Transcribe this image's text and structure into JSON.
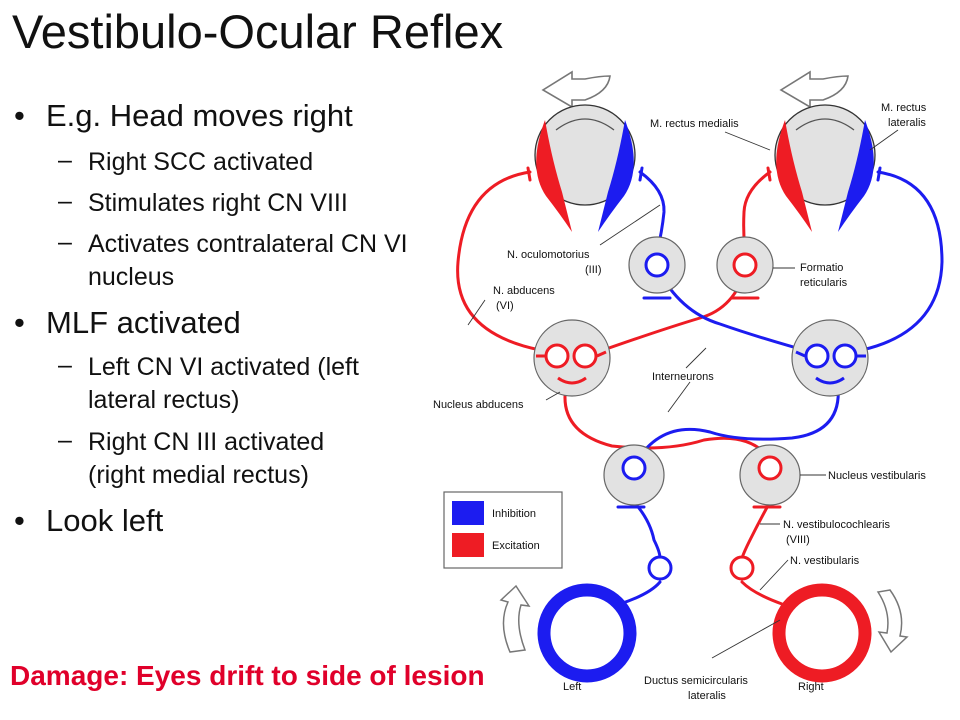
{
  "slide": {
    "title": "Vestibulo-Ocular Reflex",
    "bullets": [
      {
        "text": "E.g. Head moves right",
        "sub": [
          "Right SCC activated",
          "Stimulates right CN VIII",
          "Activates contralateral CN VI nucleus"
        ]
      },
      {
        "text": "MLF activated",
        "sub": [
          "Left CN VI activated (left lateral rectus)",
          "Right CN III activated (right medial rectus)"
        ]
      },
      {
        "text": "Look left",
        "sub": []
      }
    ],
    "damage": "Damage: Eyes drift to side of lesion"
  },
  "diagram": {
    "colors": {
      "inhibition": "#1c1cf0",
      "excitation": "#ee1c24",
      "nucleus_fill": "#e2e2e2"
    },
    "labels": {
      "m_rectus_medialis": "M. rectus medialis",
      "m_rectus_lateralis_1": "M. rectus",
      "m_rectus_lateralis_2": "lateralis",
      "n_oculomotorius_1": "N. oculomotorius",
      "n_oculomotorius_2": "(III)",
      "formatio_1": "Formatio",
      "formatio_2": "reticularis",
      "n_abducens_1": "N. abducens",
      "n_abducens_2": "(VI)",
      "interneurons": "Interneurons",
      "nucleus_abducens": "Nucleus abducens",
      "nucleus_vestibularis": "Nucleus vestibularis",
      "n_vestibulocochlearis_1": "N. vestibulocochlearis",
      "n_vestibulocochlearis_2": "(VIII)",
      "n_vestibularis": "N. vestibularis",
      "ductus_1": "Ductus semicircularis",
      "ductus_2": "lateralis",
      "left": "Left",
      "right": "Right"
    },
    "legend": {
      "inhibition": "Inhibition",
      "excitation": "Excitation"
    }
  }
}
